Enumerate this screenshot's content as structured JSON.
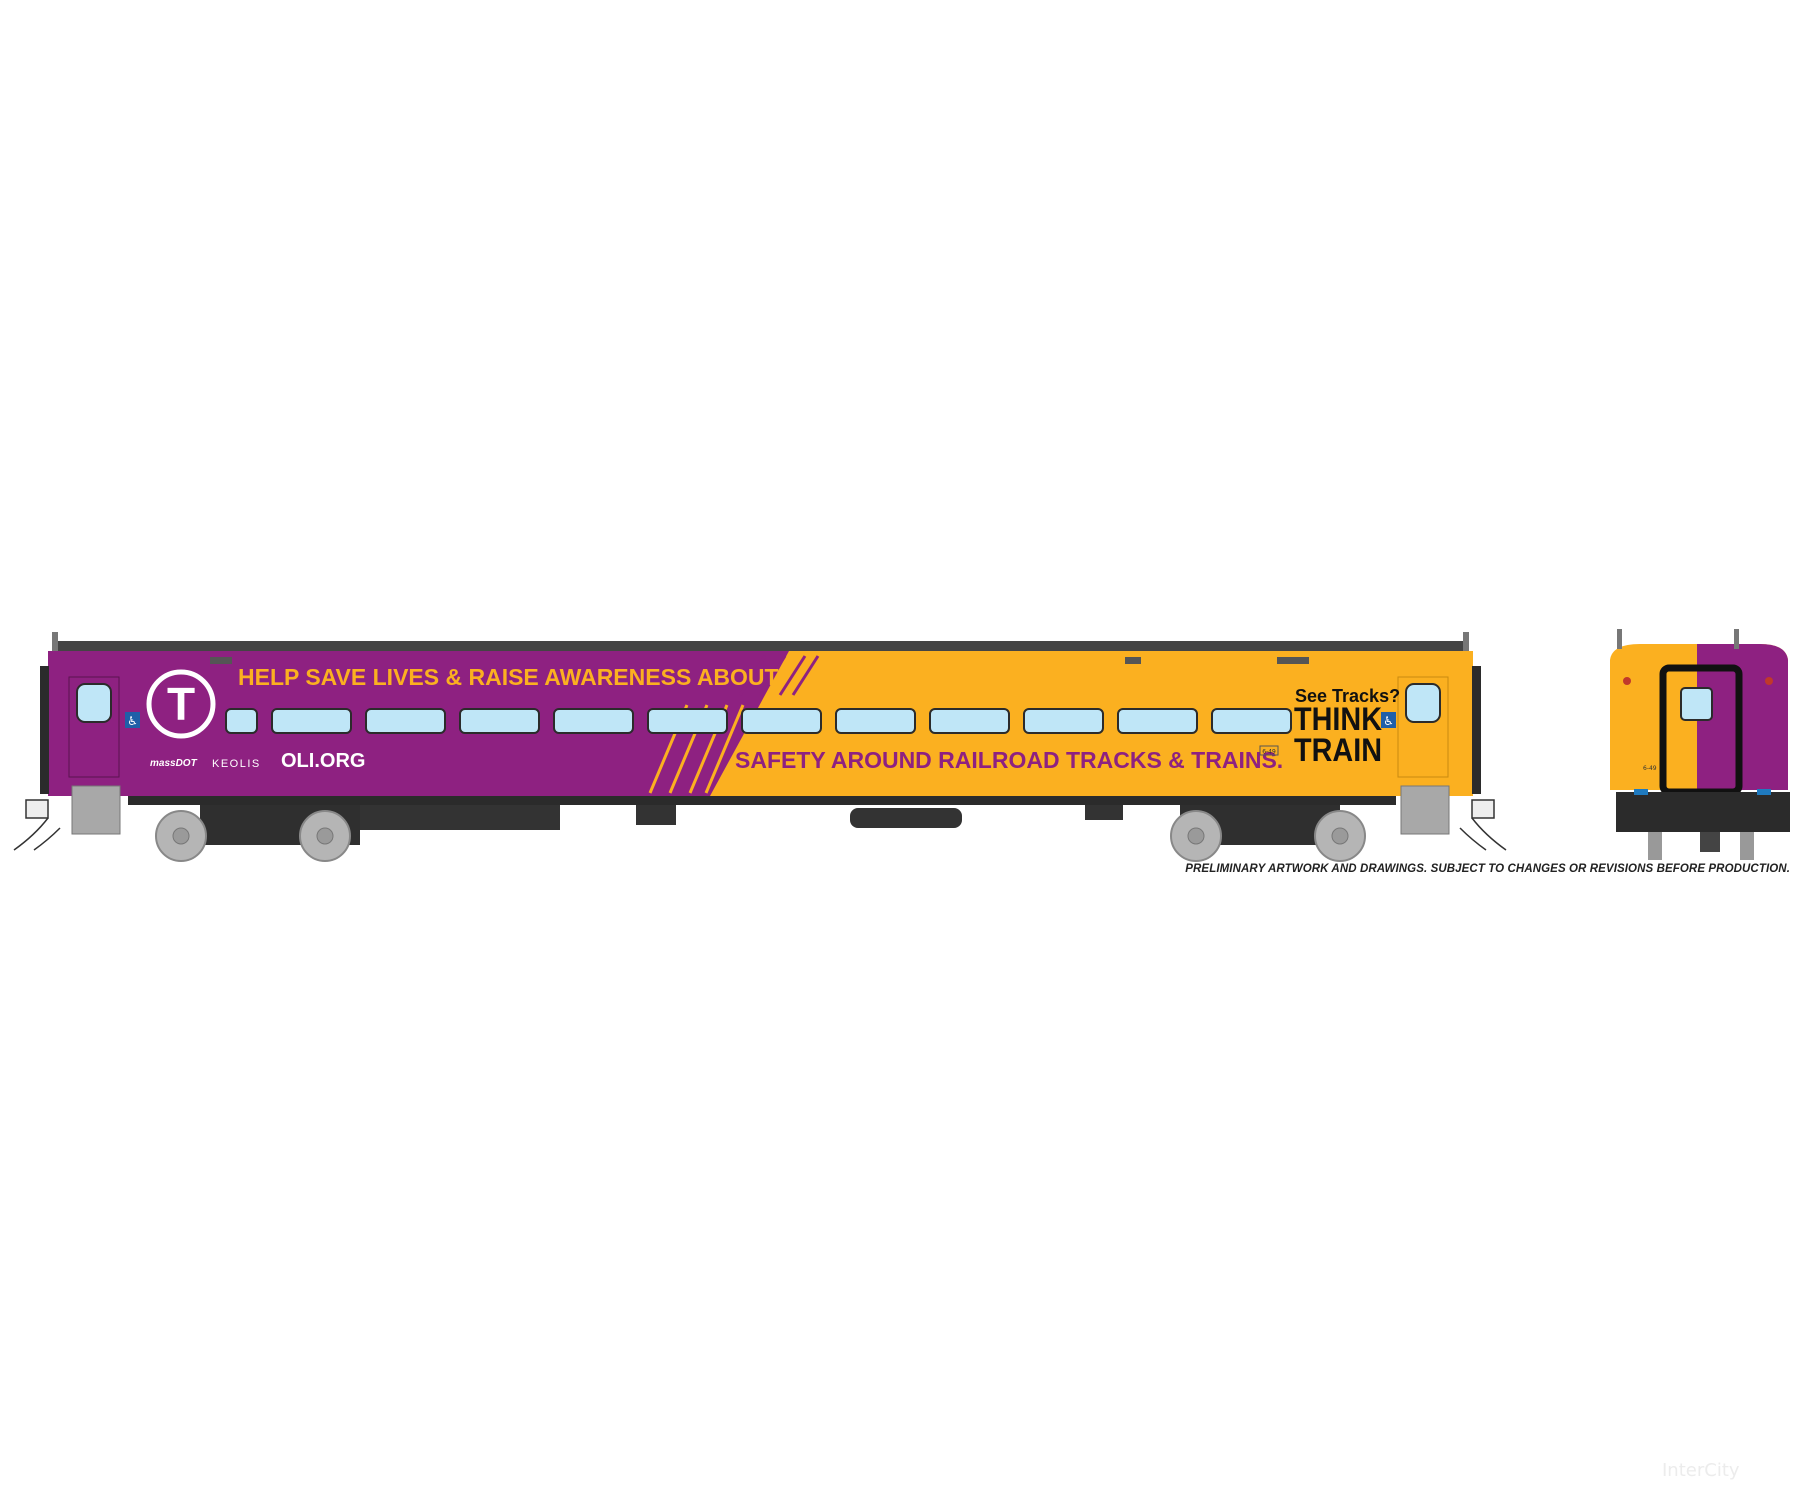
{
  "car": {
    "slogan_top": "HELP SAVE LIVES & RAISE AWARENESS ABOUT",
    "slogan_bottom": "SAFETY AROUND RAILROAD TRACKS & TRAINS.",
    "website": "OLI.ORG",
    "logo_letter": "T",
    "massdot": "massDOT",
    "keolis": "KEOLIS",
    "see_tracks": "See Tracks?",
    "think": "THINK",
    "train": "TRAIN",
    "car_number": "6-49"
  },
  "colors": {
    "purple": "#8e2181",
    "yellow": "#fbb020",
    "window": "#bfe6f7",
    "roof": "#4a4a4a",
    "underframe": "#2b2b2b"
  },
  "disclaimer": "PRELIMINARY ARTWORK AND DRAWINGS. SUBJECT TO CHANGES OR REVISIONS BEFORE PRODUCTION.",
  "watermark": "InterCity"
}
